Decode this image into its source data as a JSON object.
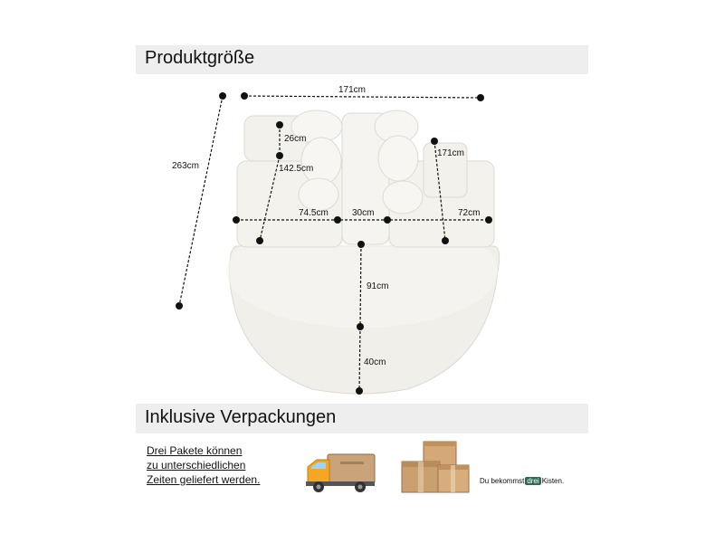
{
  "sections": {
    "product_size": "Produktgröße",
    "packaging": "Inklusive Verpackungen"
  },
  "dimensions": {
    "width_top": "171cm",
    "length_diag": "263cm",
    "back_height": "26cm",
    "seat_depth": "142.5cm",
    "right_depth": "171cm",
    "left_width": "74.5cm",
    "middle_width": "30cm",
    "right_width": "72cm",
    "round_depth": "91cm",
    "height": "40cm"
  },
  "delivery": {
    "line1": "Drei Pakete können",
    "line2": "zu unterschiedlichen",
    "line3": "Zeiten geliefert werden."
  },
  "note": {
    "before": "Du bekommst",
    "highlight": "drei",
    "after": "Kisten."
  },
  "colors": {
    "banner": "#eeeeee",
    "highlight": "#2e6b52",
    "truck": "#f5a623"
  }
}
